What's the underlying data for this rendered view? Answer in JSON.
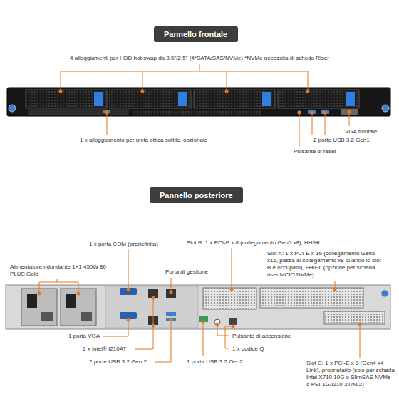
{
  "diagram": {
    "nodes": [
      {
        "text": [
          "Pannello frontale"
        ]
      },
      {
        "text": [
          "Pannello posteriore"
        ]
      }
    ],
    "labels": [
      "4 alloggiamenti per HDD hot-swap da 3.5\"/2.5\" (4*SATA/SAS/NVMe) *NVMe necessita di scheda Riser",
      "VGA frontale",
      "1 x alloggiamento per unità ottica sottile, opzionale",
      "2 porte USB 3.2 Gen1",
      "Pulsante di reset",
      "1 x porta COM (predefinita)",
      "Slot B: 1 x PCI-E x 8 (collegamento Gen5 x8), HH/HL",
      "Slot A: 1 x PCI-E x 16 (collegamento Gen5 x16, passa al collegamento x8 quando lo slot B è occupato), FH/HL (opzione per scheda riser MCIO NVMe)",
      "Alimentatore ridondante 1+1 450W 80 PLUS Gold",
      "Porta di gestione",
      "1 porta VGA",
      "Pulsante di accensione",
      "2 x Intel® I210AT",
      "1 x codice Q",
      "2 porte USB 3.2 Gen 2",
      "1 porta USB 3.2 Gen2",
      "Slot C: 1 x PCI-E x 8 (Gen4 x4 Link), proprietario (solo per scheda Intel X710 10G o SlimSAS NVMe o PEI-1G/I210-2T/M.2)"
    ]
  }
}
